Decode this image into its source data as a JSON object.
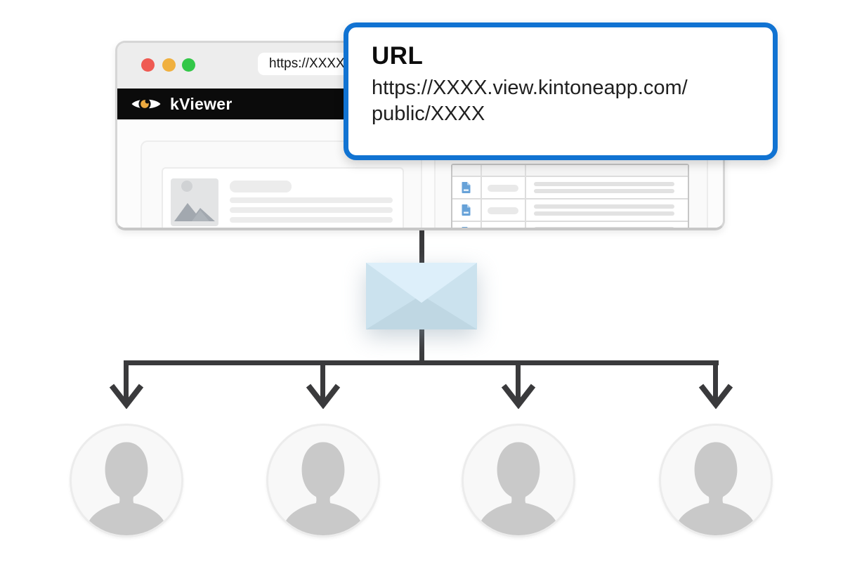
{
  "browser": {
    "brand": "kViewer",
    "url_bar_text": "https://XXXX",
    "traffic_lights": {
      "close": "#ef5a52",
      "minimize": "#f0b03f",
      "zoom": "#33c748"
    },
    "navbar_color": "#0b0b0b",
    "content": {
      "left_panel": "article card with image placeholder and text placeholder lines",
      "right_panel": {
        "type": "record table",
        "visible_rows": 3,
        "columns": 3
      }
    }
  },
  "callout": {
    "title": "URL",
    "url": "https://XXXX.view.kintoneapp.com/public/XXXX",
    "url_line1": "https://XXXX.view.kintoneapp.com/",
    "url_line2": "public/XXXX",
    "border_color": "#1173d2"
  },
  "flow": {
    "connector_color": "#3a3a3c",
    "recipient_count": 4,
    "description": "published page URL sent by mail to four recipients"
  },
  "envelope_colors": {
    "flap": "#ddeffa",
    "body": "#cbe2ee",
    "bottom": "#bfd7e3"
  },
  "icons": {
    "eye-icon": "white eye with orange pupil (kViewer logo)",
    "envelope-icon": "light blue mail envelope",
    "image-placeholder-icon": "gray mountains with sun",
    "document-icon": "blue file with folded corner",
    "person-icon": "gray user silhouette",
    "arrow-down-icon": "dark chevron arrowhead"
  }
}
